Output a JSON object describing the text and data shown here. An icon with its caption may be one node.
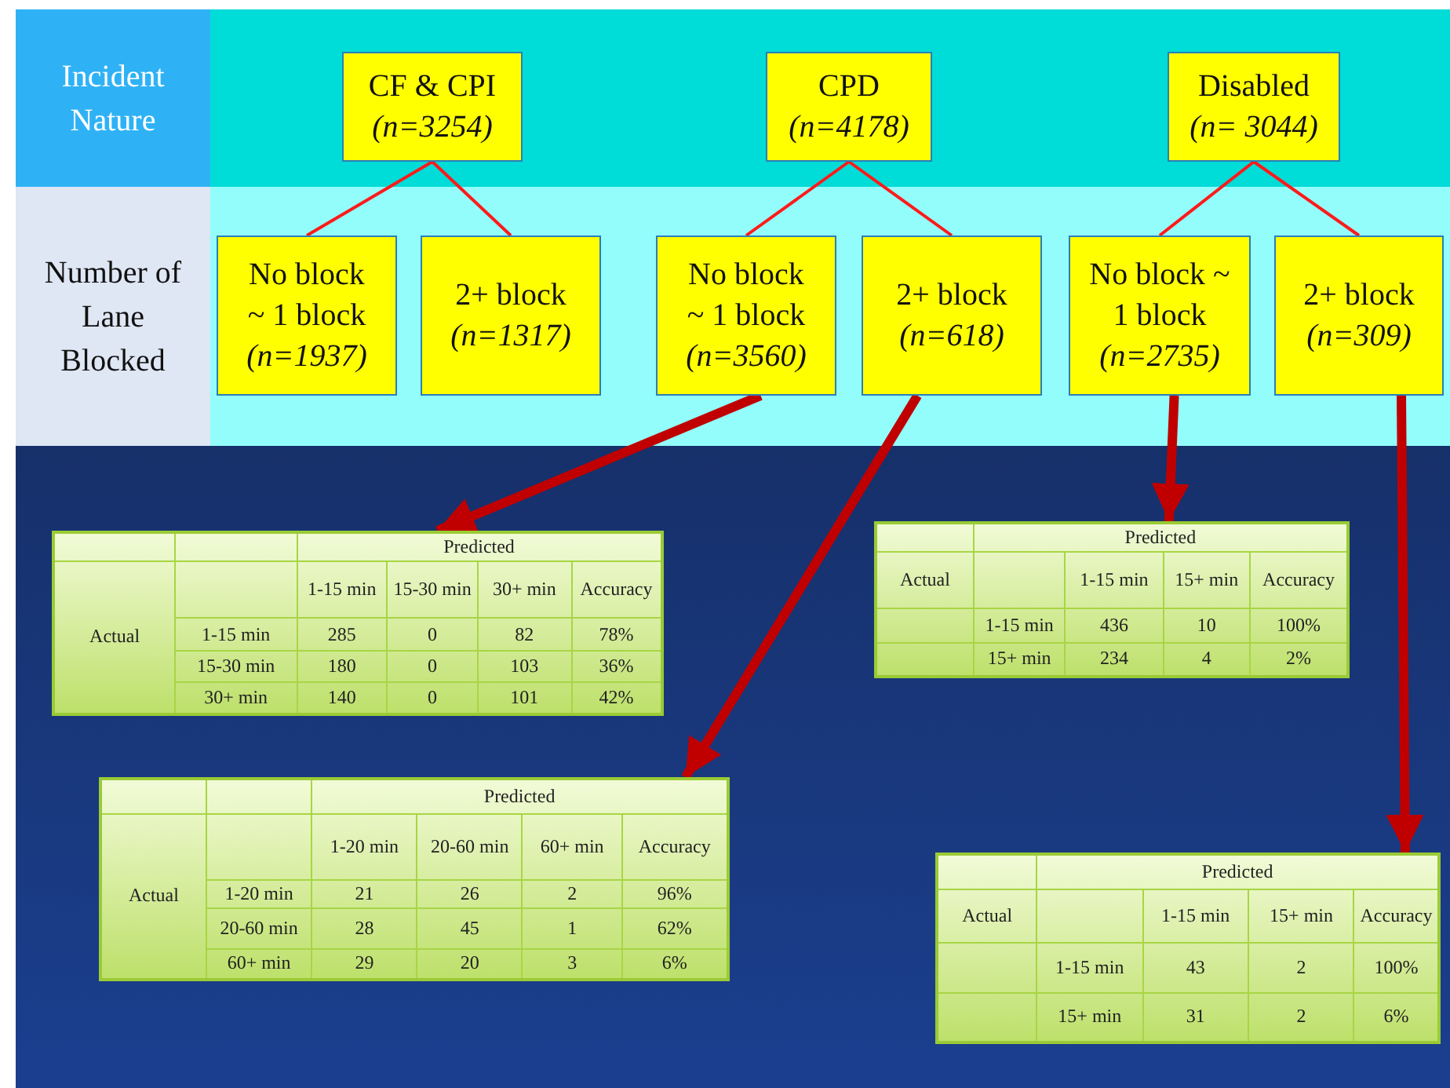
{
  "diagram": {
    "nodes": [
      {
        "text": [
          "CF & CPI",
          "(n=3254)"
        ]
      },
      {
        "text": [
          "CPD",
          "(n=4178)"
        ]
      },
      {
        "text": [
          "Disabled",
          "(n= 3044)"
        ]
      },
      {
        "text": [
          "No block ~ 1 block",
          "(n=1937)"
        ]
      },
      {
        "text": [
          "2+ block",
          "(n=1317)"
        ]
      },
      {
        "text": [
          "No block ~ 1 block",
          "(n=3560)"
        ]
      },
      {
        "text": [
          "2+ block",
          "(n=618)"
        ]
      },
      {
        "text": [
          "No block ~ 1 block",
          "(n=2735)"
        ]
      },
      {
        "text": [
          "2+ block",
          "(n=309)"
        ]
      },
      {
        "text": [
          "Predicted",
          "Actual",
          "1-15 min",
          "15-30 min",
          "30+ min",
          "Accuracy",
          "1-15 min",
          "285",
          "0",
          "82",
          "78%",
          "15-30 min",
          "180",
          "0",
          "103",
          "36%",
          "30+ min",
          "140",
          "0",
          "101",
          "42%"
        ]
      },
      {
        "text": [
          "Predicted",
          "Actual",
          "1-20 min",
          "20-60 min",
          "60+ min",
          "Accuracy",
          "1-20 min",
          "21",
          "26",
          "2",
          "96%",
          "20-60 min",
          "28",
          "45",
          "1",
          "62%",
          "60+ min",
          "29",
          "20",
          "3",
          "6%"
        ]
      },
      {
        "text": [
          "Predicted",
          "Actual",
          "1-15 min",
          "15+ min",
          "Accuracy",
          "1-15 min",
          "436",
          "10",
          "100%",
          "15+ min",
          "234",
          "4",
          "2%"
        ]
      },
      {
        "text": [
          "Predicted",
          "Actual",
          "1-15 min",
          "15+ min",
          "Accuracy",
          "1-15 min",
          "43",
          "2",
          "100%",
          "15+ min",
          "31",
          "2",
          "6%"
        ]
      }
    ],
    "edges": [
      {
        "from": 0,
        "to": 3,
        "arrow": "none"
      },
      {
        "from": 0,
        "to": 4,
        "arrow": "none"
      },
      {
        "from": 1,
        "to": 5,
        "arrow": "none"
      },
      {
        "from": 1,
        "to": 6,
        "arrow": "none"
      },
      {
        "from": 2,
        "to": 7,
        "arrow": "none"
      },
      {
        "from": 2,
        "to": 8,
        "arrow": "none"
      },
      {
        "from": 5,
        "to": 9,
        "arrow": "to",
        "style": "thick",
        "color": "#c00000"
      },
      {
        "from": 6,
        "to": 10,
        "arrow": "to",
        "style": "thick",
        "color": "#c00000"
      },
      {
        "from": 7,
        "to": 11,
        "arrow": "to",
        "style": "thick",
        "color": "#c00000"
      },
      {
        "from": 8,
        "to": 12,
        "arrow": "to",
        "style": "thick",
        "color": "#c00000"
      }
    ],
    "labels": [
      "Incident Nature",
      "Number of Lane Blocked"
    ]
  }
}
